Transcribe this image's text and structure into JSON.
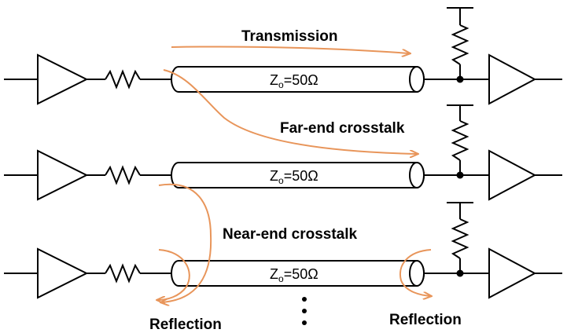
{
  "labels": {
    "transmission": "Transmission",
    "far_end": "Far-end crosstalk",
    "near_end": "Near-end crosstalk",
    "reflection_left": "Reflection",
    "reflection_right": "Reflection"
  },
  "lines": [
    {
      "z_main": "Z",
      "z_sub": "o",
      "z_value": "=50Ω"
    },
    {
      "z_main": "Z",
      "z_sub": "o",
      "z_value": "=50Ω"
    },
    {
      "z_main": "Z",
      "z_sub": "o",
      "z_value": "=50Ω"
    }
  ],
  "colors": {
    "arrow": "#e8955a",
    "line": "#000000"
  }
}
